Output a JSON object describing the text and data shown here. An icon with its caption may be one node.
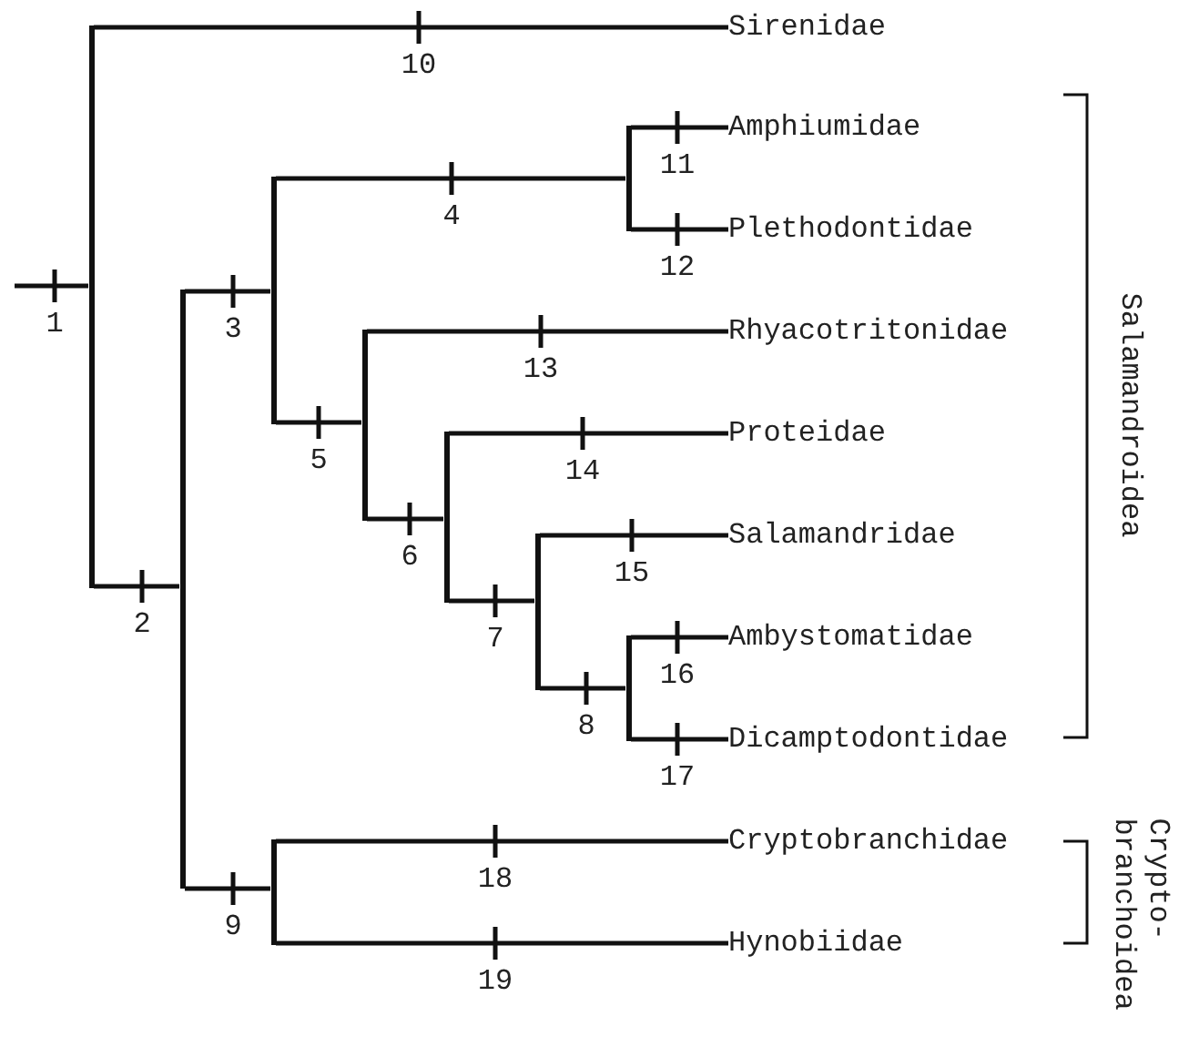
{
  "diagram": {
    "nodes": [
      {
        "text": [
          "Sirenidae"
        ]
      },
      {
        "text": [
          "Amphiumidae"
        ]
      },
      {
        "text": [
          "Plethodontidae"
        ]
      },
      {
        "text": [
          "Rhyacotritonidae"
        ]
      },
      {
        "text": [
          "Proteidae"
        ]
      },
      {
        "text": [
          "Salamandridae"
        ]
      },
      {
        "text": [
          "Ambystomatidae"
        ]
      },
      {
        "text": [
          "Dicamptodontidae"
        ]
      },
      {
        "text": [
          "Cryptobranchidae"
        ]
      },
      {
        "text": [
          "Hynobiidae"
        ]
      },
      {
        "text": [],
        "shape": "bar"
      },
      {
        "text": [],
        "shape": "bar"
      },
      {
        "text": [],
        "shape": "bar"
      },
      {
        "text": [],
        "shape": "bar"
      },
      {
        "text": [],
        "shape": "bar"
      },
      {
        "text": [],
        "shape": "bar"
      },
      {
        "text": [],
        "shape": "bar"
      },
      {
        "text": [],
        "shape": "bar"
      },
      {
        "text": [],
        "shape": "bar"
      }
    ],
    "edges": [
      {
        "from": null,
        "to": 10,
        "arrow": "none",
        "label": "1"
      },
      {
        "from": 10,
        "to": 0,
        "arrow": "none",
        "label": "10"
      },
      {
        "from": 10,
        "to": 11,
        "arrow": "none",
        "label": "2"
      },
      {
        "from": 11,
        "to": 12,
        "arrow": "none",
        "label": "3"
      },
      {
        "from": 12,
        "to": 17,
        "arrow": "none",
        "label": "4"
      },
      {
        "from": 17,
        "to": 1,
        "arrow": "none",
        "label": "11"
      },
      {
        "from": 17,
        "to": 2,
        "arrow": "none",
        "label": "12"
      },
      {
        "from": 12,
        "to": 14,
        "arrow": "none",
        "label": "5"
      },
      {
        "from": 14,
        "to": 3,
        "arrow": "none",
        "label": "13"
      },
      {
        "from": 14,
        "to": 15,
        "arrow": "none",
        "label": "6"
      },
      {
        "from": 15,
        "to": 4,
        "arrow": "none",
        "label": "14"
      },
      {
        "from": 15,
        "to": 16,
        "arrow": "none",
        "label": "7"
      },
      {
        "from": 16,
        "to": 5,
        "arrow": "none",
        "label": "15"
      },
      {
        "from": 16,
        "to": 18,
        "arrow": "none",
        "label": "8"
      },
      {
        "from": 18,
        "to": 6,
        "arrow": "none",
        "label": "16"
      },
      {
        "from": 18,
        "to": 7,
        "arrow": "none",
        "label": "17"
      },
      {
        "from": 11,
        "to": 13,
        "arrow": "none",
        "label": "9"
      },
      {
        "from": 13,
        "to": 8,
        "arrow": "none",
        "label": "18"
      },
      {
        "from": 13,
        "to": 9,
        "arrow": "none",
        "label": "19"
      }
    ],
    "labels": [
      "Salamandroidea",
      "Crypto- branchoidea"
    ]
  }
}
